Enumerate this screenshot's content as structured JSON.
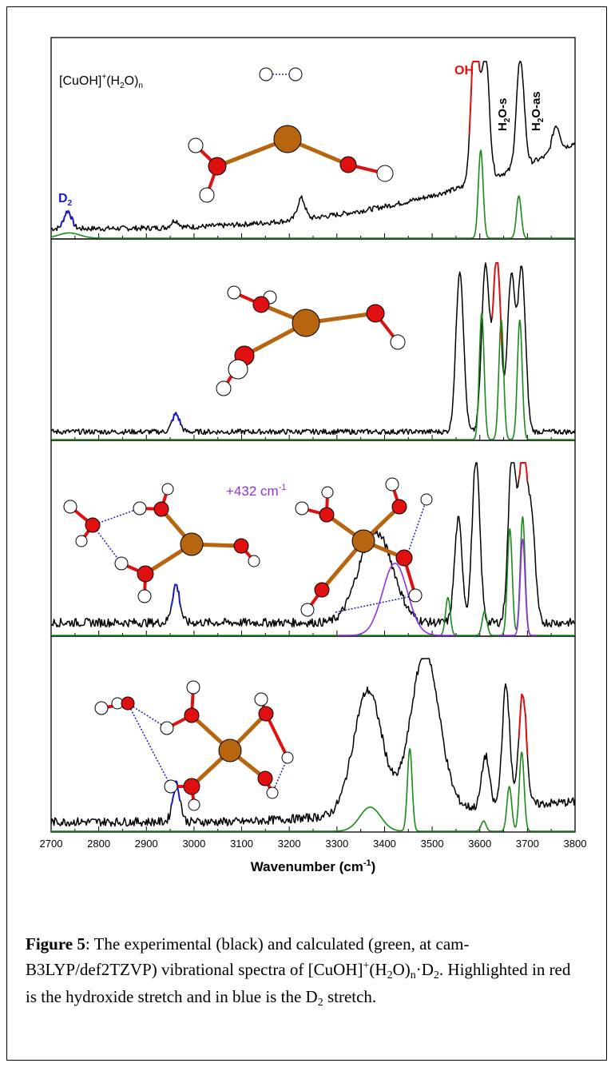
{
  "figure": {
    "panel_label": {
      "base": "[CuOH]",
      "sup": "+",
      "mid": "(H",
      "sub1": "2",
      "end": "O)",
      "sub2": "n"
    },
    "annotations": {
      "oh": "OH",
      "h2o_s": {
        "a": "H",
        "sub": "2",
        "b": "O-s"
      },
      "h2o_as": {
        "a": "H",
        "sub": "2",
        "b": "O-as"
      },
      "d2": {
        "a": "D",
        "sub": "2"
      },
      "shift": {
        "text": "+432 cm",
        "sup": "-1"
      }
    },
    "colors": {
      "experimental": "#000000",
      "calculated": "#1a8a1a",
      "hydroxide": "#e01010",
      "d2": "#1a1acc",
      "shifted": "#9030e0",
      "cu": "#b8650f",
      "o": "#e01010"
    }
  },
  "chart_data": {
    "type": "line",
    "stacked_panels": 4,
    "xlim": [
      2700,
      3800
    ],
    "xticks": [
      2700,
      2800,
      2900,
      3000,
      3100,
      3200,
      3300,
      3400,
      3500,
      3600,
      3700,
      3800
    ],
    "xlabel": "Wavenumber (cm",
    "xlabel_sup": "-1",
    "xlabel_end": ")",
    "series_legend": "none",
    "panels": [
      {
        "index": 1,
        "experimental_peaks": [
          [
            2735,
            0.1
          ],
          [
            2960,
            0.04
          ],
          [
            3225,
            0.12
          ],
          [
            3590,
            0.9
          ],
          [
            3612,
            0.7
          ],
          [
            3685,
            0.62
          ],
          [
            3760,
            0.15
          ]
        ],
        "calculated_peaks": [
          [
            2738,
            0.03
          ],
          [
            3602,
            0.5
          ],
          [
            3682,
            0.24
          ]
        ]
      },
      {
        "index": 2,
        "experimental_peaks": [
          [
            2962,
            0.1
          ],
          [
            3558,
            0.92
          ],
          [
            3612,
            0.95
          ],
          [
            3636,
            1.0
          ],
          [
            3666,
            0.88
          ],
          [
            3688,
            0.92
          ]
        ],
        "calculated_peaks": [
          [
            3604,
            0.72
          ],
          [
            3645,
            0.68
          ],
          [
            3684,
            0.68
          ]
        ]
      },
      {
        "index": 3,
        "experimental_peaks": [
          [
            2962,
            0.22
          ],
          [
            3365,
            0.32
          ],
          [
            3400,
            0.3
          ],
          [
            3555,
            0.6
          ],
          [
            3592,
            0.96
          ],
          [
            3668,
            1.0
          ],
          [
            3690,
            0.98
          ],
          [
            3708,
            0.62
          ]
        ],
        "calculated_peaks": [
          [
            3533,
            0.22
          ],
          [
            3610,
            0.14
          ],
          [
            3663,
            0.62
          ],
          [
            3690,
            0.69
          ]
        ],
        "shifted_peak": [
          3422,
          0.42
        ]
      },
      {
        "index": 4,
        "experimental_peaks": [
          [
            2963,
            0.22
          ],
          [
            3365,
            0.72
          ],
          [
            3485,
            0.92
          ],
          [
            3612,
            0.3
          ],
          [
            3655,
            0.7
          ],
          [
            3690,
            0.66
          ]
        ],
        "calculated_peaks": [
          [
            3370,
            0.14
          ],
          [
            3453,
            0.48
          ],
          [
            3608,
            0.06
          ],
          [
            3662,
            0.26
          ],
          [
            3688,
            0.46
          ]
        ]
      }
    ]
  },
  "caption": {
    "label": "Figure 5",
    "p1": ": The experimental (black) and calculated (green, at cam-B3LYP/def2TZVP) vibrational spectra of [CuOH]",
    "sup": "+",
    "p2": "(H",
    "sub1": "2",
    "p3": "O)",
    "sub2": "n",
    "p4": "·D",
    "sub3": "2",
    "p5": ".  Highlighted in red is the hydroxide stretch and in blue is the D",
    "sub4": "2",
    "p6": " stretch."
  }
}
